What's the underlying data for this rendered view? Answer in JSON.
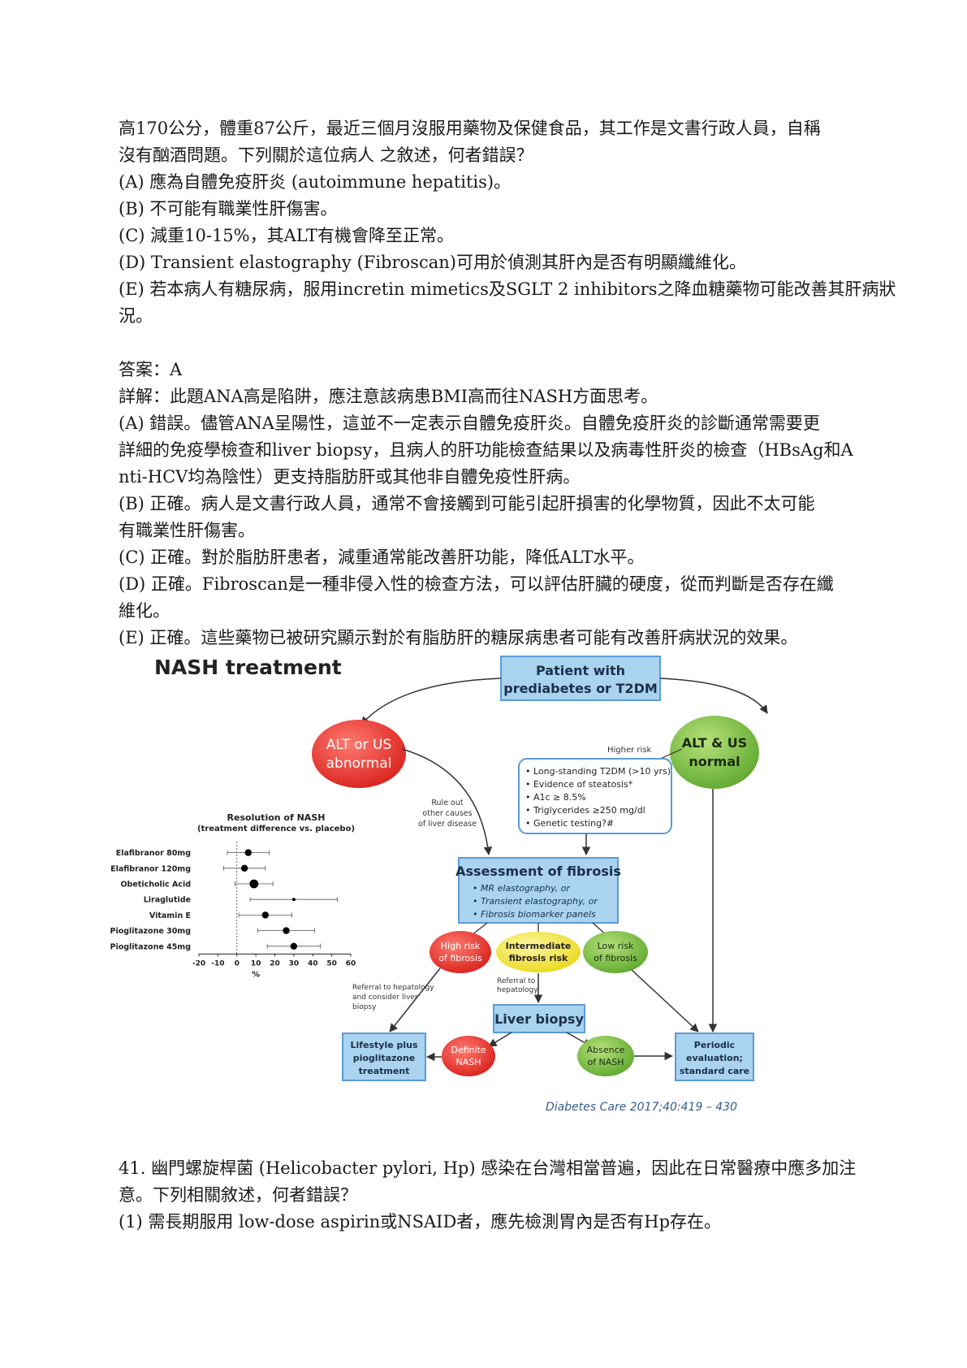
{
  "question": {
    "lines": [
      "高170公分，體重87公斤，最近三個月沒服用藥物及保健食品，其工作是文書行政人員，自稱",
      "沒有酗酒問題。下列關於這位病人 之敘述，何者錯誤？",
      "(A) 應為自體免疫肝炎 (autoimmune hepatitis)。",
      "(B) 不可能有職業性肝傷害。",
      "(C) 減重10-15%，其ALT有機會降至正常。",
      "(D) Transient elastography (Fibroscan)可用於偵測其肝內是否有明顯纖維化。",
      "(E) 若本病人有糖尿病，服用incretin mimetics及SGLT 2 inhibitors之降血糖藥物可能改善其肝病狀",
      "況。"
    ]
  },
  "answer": {
    "lines": [
      "答案：A",
      "詳解：此題ANA高是陷阱，應注意該病患BMI高而往NASH方面思考。",
      "(A) 錯誤。儘管ANA呈陽性，這並不一定表示自體免疫肝炎。自體免疫肝炎的診斷通常需要更",
      "詳細的免疫學檢查和liver biopsy，且病人的肝功能檢查結果以及病毒性肝炎的檢查（HBsAg和A",
      "nti-HCV均為陰性）更支持脂肪肝或其他非自體免疫性肝病。",
      "(B) 正確。病人是文書行政人員，通常不會接觸到可能引起肝損害的化學物質，因此不太可能",
      "有職業性肝傷害。",
      "(C) 正確。對於脂肪肝患者，減重通常能改善肝功能，降低ALT水平。",
      "(D) 正確。Fibroscan是一種非侵入性的檢查方法，可以評估肝臟的硬度，從而判斷是否存在纖",
      "維化。",
      "(E) 正確。這些藥物已被研究顯示對於有脂肪肝的糖尿病患者可能有改善肝病狀況的效果。"
    ]
  },
  "figure": {
    "title": "NASH treatment",
    "patient_box": [
      "Patient with",
      "prediabetes or T2DM"
    ],
    "alt_abnormal": [
      "ALT or US",
      "abnormal"
    ],
    "alt_normal": [
      "ALT & US",
      "normal"
    ],
    "higher_risk": "Higher risk",
    "risk_list": [
      "• Long-standing T2DM (>10 yrs)",
      "• Evidence of steatosis*",
      "• A1c ≥ 8.5%",
      "• Triglycerides ≥250 mg/dl",
      "• Genetic testing?#"
    ],
    "rule_out": [
      "Rule out",
      "other causes",
      "of liver disease"
    ],
    "assessment_title": "Assessment of fibrosis",
    "assessment_items": [
      "• MR elastography, or",
      "• Transient elastography, or",
      "• Fibrosis biomarker panels"
    ],
    "high_risk": [
      "High risk",
      "of fibrosis"
    ],
    "intermediate_risk": [
      "Intermediate",
      "fibrosis risk"
    ],
    "low_risk": [
      "Low risk",
      "of fibrosis"
    ],
    "referral_hep": [
      "Referral to",
      "hepatology"
    ],
    "referral_biopsy": [
      "Referral to hepatology",
      "and consider liver",
      "biopsy"
    ],
    "liver_biopsy": "Liver biopsy",
    "lifestyle": [
      "Lifestyle plus",
      "pioglitazone",
      "treatment"
    ],
    "definite_nash": [
      "Definite",
      "NASH"
    ],
    "absence_nash": [
      "Absence",
      "of NASH"
    ],
    "periodic": [
      "Periodic",
      "evaluation;",
      "standard care"
    ],
    "citation": "Diabetes Care 2017;40:419 – 430",
    "colors": {
      "box_fill": "#a9d3ee",
      "box_stroke": "#5b9bd5",
      "red": "#e8332f",
      "green": "#7cc04a",
      "yellow": "#f4ea3a",
      "citation": "#355e8e"
    }
  },
  "chart_data": {
    "type": "scatter",
    "title": "Resolution of NASH",
    "subtitle": "(treatment difference vs. placebo)",
    "xlabel": "%",
    "xlim": [
      -20,
      60
    ],
    "xticks": [
      "-20",
      "-10",
      "0",
      "10",
      "20",
      "30",
      "40",
      "50",
      "60"
    ],
    "categories": [
      "Elafibranor 80mg",
      "Elafibranor 120mg",
      "Obeticholic Acid",
      "Liraglutide",
      "Vitamin E",
      "Pioglitazone 30mg",
      "Pioglitazone 45mg"
    ],
    "values": [
      6,
      4,
      9,
      30,
      15,
      26,
      30
    ],
    "ci_low": [
      -5,
      -7,
      -1,
      7,
      1,
      11,
      16
    ],
    "ci_high": [
      17,
      15,
      19,
      53,
      29,
      41,
      44
    ],
    "marker_size": [
      "medium",
      "medium",
      "large",
      "small",
      "medium",
      "medium",
      "medium"
    ]
  },
  "next_question": {
    "lines": [
      "41. 幽門螺旋桿菌 (Helicobacter pylori, Hp) 感染在台灣相當普遍，因此在日常醫療中應多加注",
      "意。下列相關敘述，何者錯誤？",
      "(1) 需長期服用 low-dose aspirin或NSAID者，應先檢測胃內是否有Hp存在。"
    ]
  }
}
